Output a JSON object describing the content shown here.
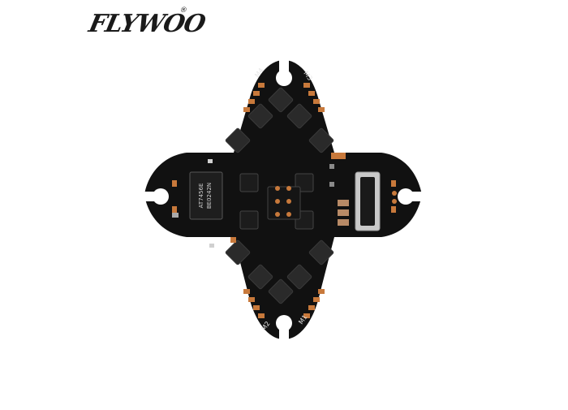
{
  "brand": {
    "logo_text": "FLYWOO",
    "registered_mark": "®"
  },
  "board": {
    "motor_labels": [
      "M1",
      "M2",
      "M3",
      "M4"
    ],
    "chip_marking_line1": "AT7456E",
    "chip_marking_line2": "BE0242N"
  },
  "colors": {
    "pcb": "#111111",
    "pad": "#c8793b",
    "component": "#2a2a2a",
    "silkscreen": "#e6e6e6"
  }
}
